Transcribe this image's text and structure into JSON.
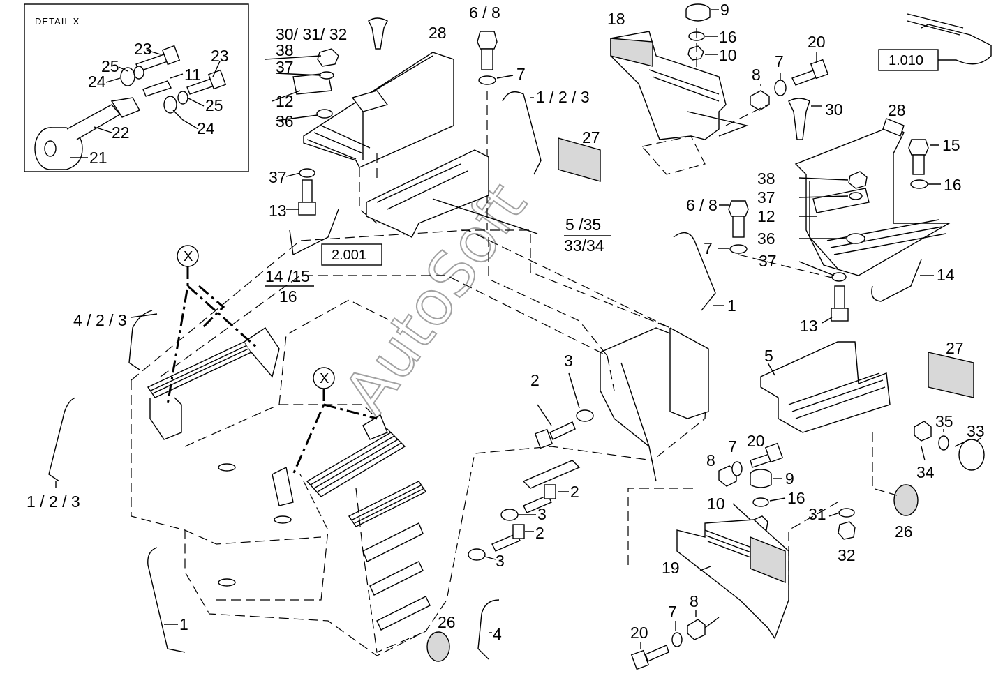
{
  "detail": {
    "title": "DETAIL  X",
    "marker": "X"
  },
  "refs": {
    "ref_a": "1.010",
    "ref_b": "2.001"
  },
  "watermark": "AutoSoft",
  "callouts": {
    "c23a": "23",
    "c23b": "23",
    "c25a": "25",
    "c25b": "25",
    "c24a": "24",
    "c24b": "24",
    "c11": "11",
    "c22": "22",
    "c21": "21",
    "c30_31_32": "30/ 31/ 32",
    "c38a": "38",
    "c37a": "37",
    "c12a": "12",
    "c36a": "36",
    "c28a": "28",
    "c6_8a": "6 / 8",
    "c7a": "7",
    "c1_2_3a": "1 / 2 / 3",
    "c27a": "27",
    "c37b": "37",
    "c13a": "13",
    "c14_15": "14 /15",
    "c16frac": "16",
    "c5_35": "5 /35",
    "c33_34": "33/34",
    "c4_2_3": "4 / 2 / 3",
    "c1_2_3b": "1 / 2 / 3",
    "c18": "18",
    "c9a": "9",
    "c16a": "16",
    "c10a": "10",
    "c20a": "20",
    "c7b": "7",
    "c8a": "8",
    "c30": "30",
    "c28b": "28",
    "c15": "15",
    "c16b": "16",
    "c38b": "38",
    "c37c": "37",
    "c12b": "12",
    "c36b": "36",
    "c37d": "37",
    "c14": "14",
    "c6_8b": "6 / 8",
    "c7c": "7",
    "c1a": "1",
    "c13b": "13",
    "c5": "5",
    "c27b": "27",
    "c2a": "2",
    "c3a": "3",
    "c2b": "2",
    "c3b": "3",
    "c2c": "2",
    "c3c": "3",
    "c35": "35",
    "c33": "33",
    "c34": "34",
    "c7d": "7",
    "c20b": "20",
    "c8b": "8",
    "c9b": "9",
    "c16c": "16",
    "c10b": "10",
    "c31": "31",
    "c32": "32",
    "c26a": "26",
    "c19": "19",
    "c20c": "20",
    "c7e": "7",
    "c8c": "8",
    "c1b": "1",
    "c26b": "26",
    "c4": "4"
  }
}
